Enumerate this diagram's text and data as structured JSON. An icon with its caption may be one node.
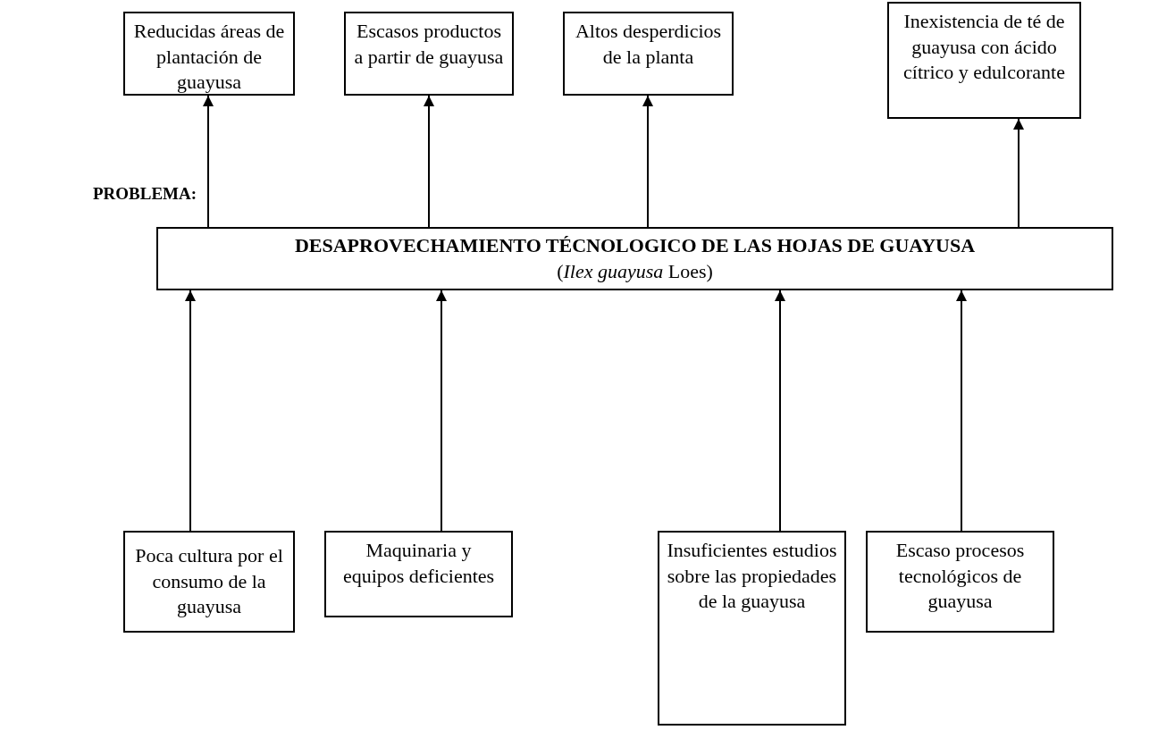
{
  "diagram": {
    "nodes": [
      {
        "text": [
          "Reducidas áreas de plantación de guayusa"
        ]
      },
      {
        "text": [
          "Escasos productos a partir de guayusa"
        ]
      },
      {
        "text": [
          "Altos desperdicios de la planta"
        ]
      },
      {
        "text": [
          "Inexistencia de té de guayusa con ácido cítrico y edulcorante"
        ]
      },
      {
        "text": [
          "DESAPROVECHAMIENTO TÉCNOLOGICO DE LAS HOJAS DE GUAYUSA",
          "(*Ilex guayusa* Loes)"
        ]
      },
      {
        "text": [
          "Poca cultura por el consumo de la guayusa"
        ]
      },
      {
        "text": [
          "Maquinaria y equipos deficientes"
        ]
      },
      {
        "text": [
          "Insuficientes estudios sobre las propiedades de la guayusa"
        ]
      },
      {
        "text": [
          "Escaso procesos tecnológicos de guayusa"
        ]
      }
    ],
    "edges": [
      {
        "from": 4,
        "to": 0,
        "arrow": "to"
      },
      {
        "from": 4,
        "to": 1,
        "arrow": "to"
      },
      {
        "from": 4,
        "to": 2,
        "arrow": "to"
      },
      {
        "from": 4,
        "to": 3,
        "arrow": "to"
      },
      {
        "from": 5,
        "to": 4,
        "arrow": "to"
      },
      {
        "from": 6,
        "to": 4,
        "arrow": "to"
      },
      {
        "from": 7,
        "to": 4,
        "arrow": "to"
      },
      {
        "from": 8,
        "to": 4,
        "arrow": "to"
      }
    ],
    "labels": [
      "PROBLEMA:"
    ]
  }
}
